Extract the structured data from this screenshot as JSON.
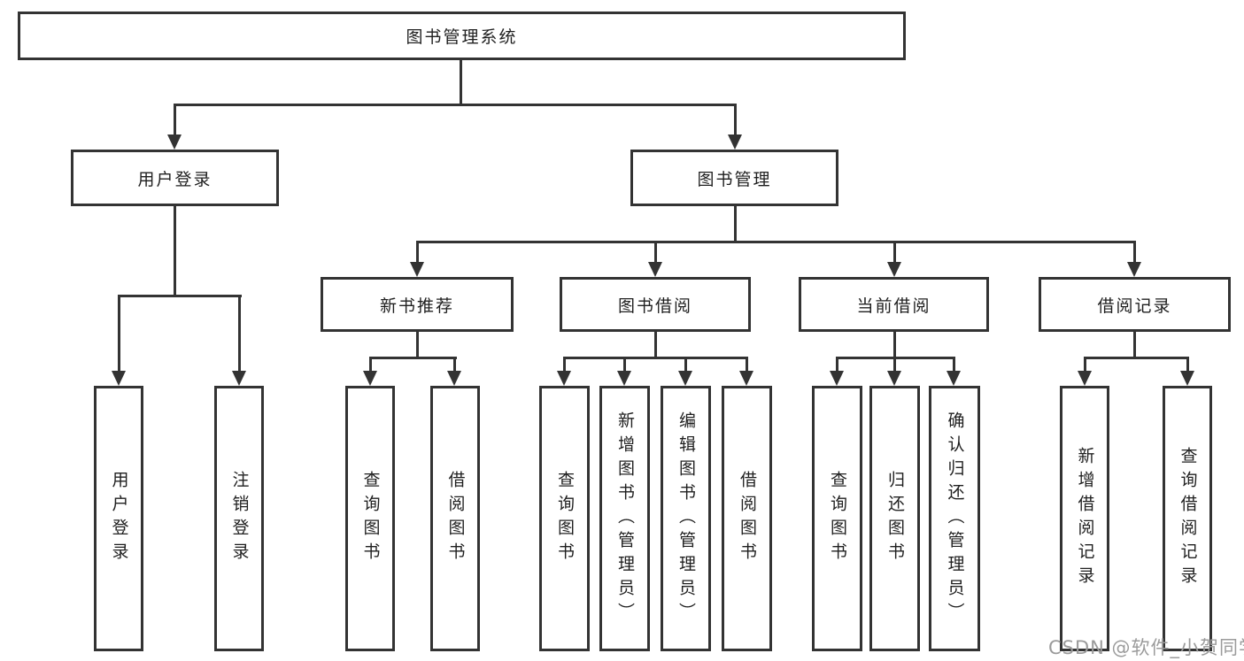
{
  "diagram": {
    "root": {
      "label": "图书管理系统"
    },
    "level2": {
      "user_login": {
        "label": "用户登录"
      },
      "book_mgmt": {
        "label": "图书管理"
      }
    },
    "level3": {
      "new_books": {
        "label": "新书推荐"
      },
      "book_borrow": {
        "label": "图书借阅"
      },
      "current_borrow": {
        "label": "当前借阅"
      },
      "borrow_records": {
        "label": "借阅记录"
      }
    },
    "leaves": {
      "user_login": [
        "用户登录",
        "注销登录"
      ],
      "new_books": [
        "查询图书",
        "借阅图书"
      ],
      "book_borrow": [
        "查询图书",
        "新增图书（管理员）",
        "编辑图书（管理员）",
        "借阅图书"
      ],
      "current_borrow": [
        "查询图书",
        "归还图书",
        "确认归还（管理员）"
      ],
      "borrow_records": [
        "新增借阅记录",
        "查询借阅记录"
      ]
    }
  },
  "watermark": {
    "text": "CSDN @软件_小贺同学"
  },
  "colors": {
    "line": "#333333",
    "text": "#1f1f1f",
    "watermark": "#9b9b9b",
    "background": "#ffffff"
  }
}
